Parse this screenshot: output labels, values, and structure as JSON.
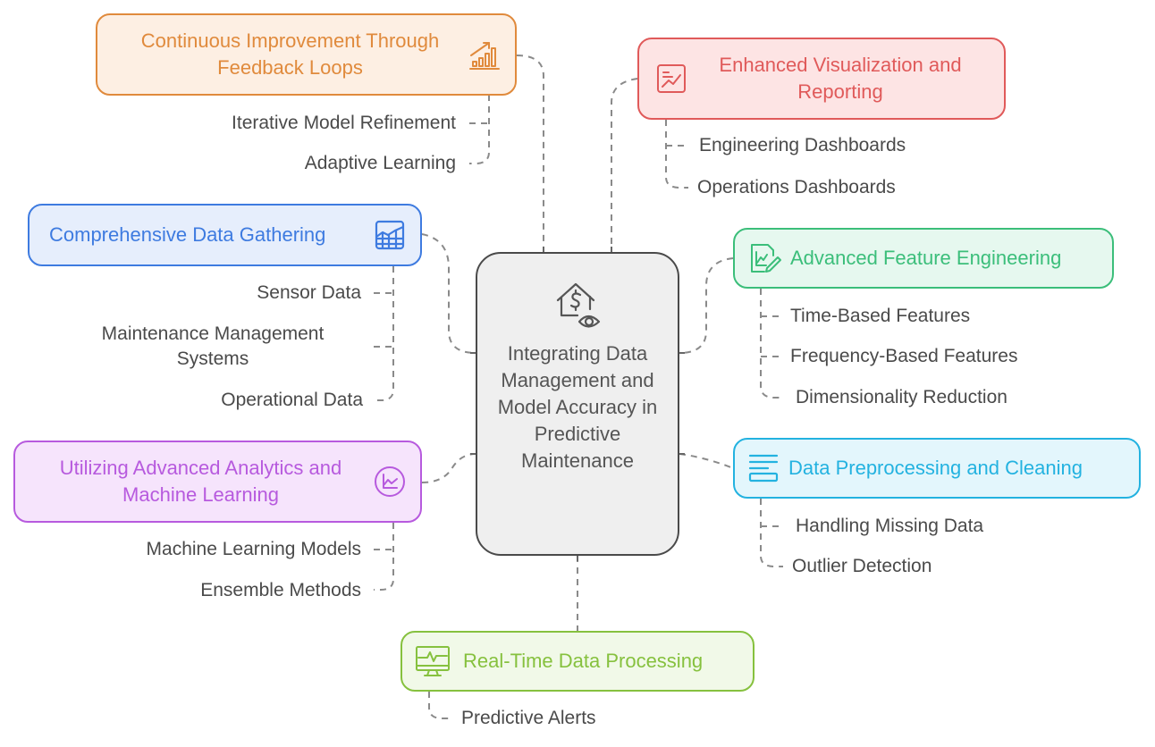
{
  "center": {
    "title": "Integrating Data Management and Model Accuracy in Predictive Maintenance",
    "icon": "house-dollar-eye-icon"
  },
  "branches": [
    {
      "id": "feedback",
      "title": "Continuous Improvement Through Feedback Loops",
      "icon": "growth-chart-icon",
      "color": "#E08A3C",
      "fill": "#FDEFE3",
      "children": [
        "Iterative Model Refinement",
        "Adaptive Learning"
      ]
    },
    {
      "id": "visualization",
      "title": "Enhanced Visualization and Reporting",
      "icon": "report-chart-icon",
      "color": "#E05A5A",
      "fill": "#FDE4E4",
      "children": [
        "Engineering Dashboards",
        "Operations Dashboards"
      ]
    },
    {
      "id": "gathering",
      "title": "Comprehensive Data Gathering",
      "icon": "spreadsheet-chart-icon",
      "color": "#3E7BE0",
      "fill": "#E6EEFC",
      "children": [
        "Sensor Data",
        "Maintenance Management Systems",
        "Operational Data"
      ]
    },
    {
      "id": "features",
      "title": "Advanced Feature Engineering",
      "icon": "chart-edit-icon",
      "color": "#3BBE7A",
      "fill": "#E6F8EF",
      "children": [
        "Time-Based Features",
        "Frequency-Based Features",
        "Dimensionality Reduction"
      ]
    },
    {
      "id": "analytics",
      "title": "Utilizing Advanced Analytics and Machine Learning",
      "icon": "circle-chart-icon",
      "color": "#B75ADE",
      "fill": "#F6E4FC",
      "children": [
        "Machine Learning Models",
        "Ensemble Methods"
      ]
    },
    {
      "id": "preprocessing",
      "title": "Data Preprocessing and Cleaning",
      "icon": "text-lines-icon",
      "color": "#23B2E0",
      "fill": "#E3F6FC",
      "children": [
        "Handling Missing Data",
        "Outlier Detection"
      ]
    },
    {
      "id": "realtime",
      "title": "Real-Time Data Processing",
      "icon": "monitor-pulse-icon",
      "color": "#86C13E",
      "fill": "#F1F9E8",
      "children": [
        "Predictive Alerts"
      ]
    }
  ]
}
